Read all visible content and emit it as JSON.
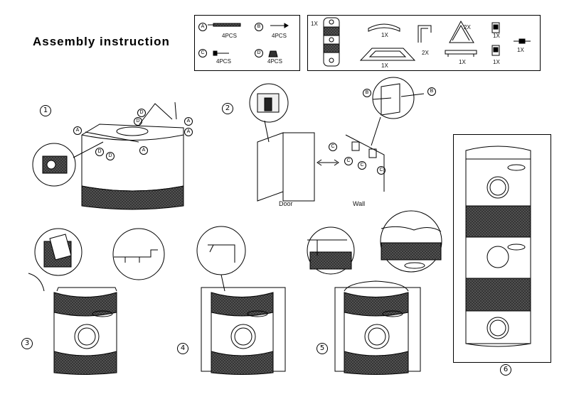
{
  "title": "Assembly instruction",
  "parts_box_1": [
    {
      "letter": "A",
      "qty": "4PCS"
    },
    {
      "letter": "B",
      "qty": "4PCS"
    },
    {
      "letter": "C",
      "qty": "4PCS"
    },
    {
      "letter": "D",
      "qty": "4PCS"
    }
  ],
  "parts_box_2": {
    "tower_qty": "1X",
    "curve_qty": "1X",
    "tray_qty": "1X",
    "hook_qty": "2X",
    "bracket_qty": "2X",
    "bar_qty": "1X",
    "clip_top_qty": "1X",
    "clip_bottom_qty": "1X",
    "screwdriver_qty": "1X"
  },
  "steps": [
    "1",
    "2",
    "3",
    "4",
    "5",
    "6"
  ],
  "step2": {
    "door_label": "Door",
    "wall_label": "Wall"
  },
  "callouts": {
    "a": "A",
    "b": "B",
    "c": "C",
    "d": "D"
  }
}
